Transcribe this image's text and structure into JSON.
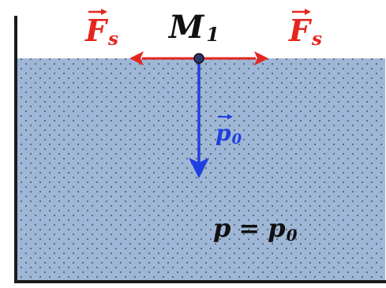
{
  "diagram": {
    "point_label": {
      "main": "M",
      "sub": "1"
    },
    "force_left": {
      "main": "F",
      "sub": "s"
    },
    "force_right": {
      "main": "F",
      "sub": "s"
    },
    "pressure_vector": {
      "main": "p",
      "sub": "0"
    },
    "equation": {
      "lhs": "p",
      "eq": "=",
      "rhs_main": "p",
      "rhs_sub": "0"
    }
  },
  "colors": {
    "liquid": "#9fb7d6",
    "dots": "#3a3f48",
    "container_wall": "#1a1a1a",
    "surface_force": "#e4261f",
    "pressure_arrow": "#1f3fe0",
    "text": "#111111",
    "point": "#2b3a6b"
  }
}
